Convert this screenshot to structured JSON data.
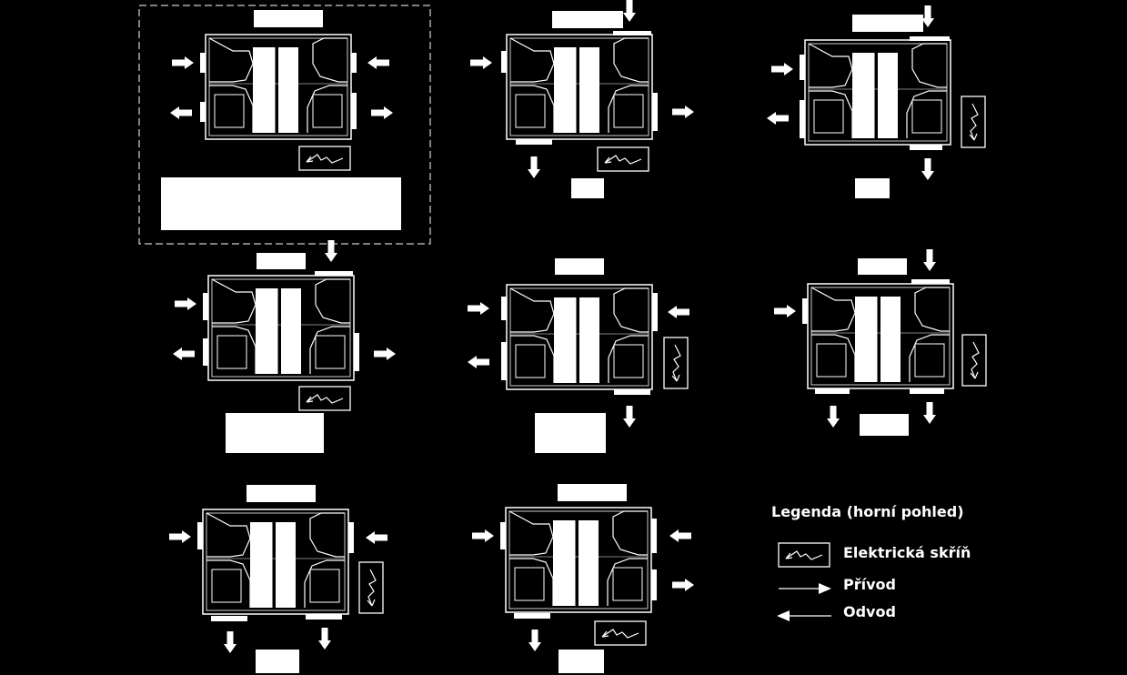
{
  "legend": {
    "title": "Legenda (horní pohled)",
    "items": [
      {
        "label": "Elektrická skříň",
        "icon": "electrical-box-icon"
      },
      {
        "label": "Přívod",
        "icon": "supply-arrow-icon"
      },
      {
        "label": "Odvod",
        "icon": "exhaust-arrow-icon"
      }
    ]
  },
  "colors": {
    "background": "#000000",
    "lines": "#ffffff"
  }
}
